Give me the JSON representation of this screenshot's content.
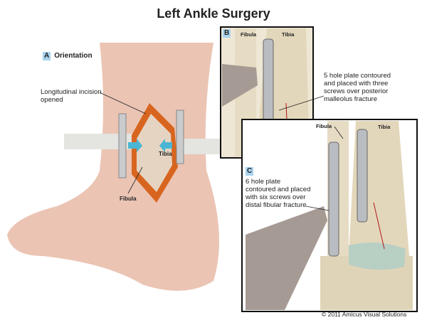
{
  "title": "Left Ankle Surgery",
  "panel_a": {
    "tag": "A",
    "heading": "Orientation",
    "incision_label": "Longitudinal incision\nopened",
    "tibia_label": "Tibia",
    "fibula_label": "Fibula"
  },
  "panel_b": {
    "tag": "B",
    "fibula_label": "Fibula",
    "tibia_label": "Tibia",
    "description": "5 hole plate contoured\nand placed with three\nscrews over posterior\nmalleolus fracture"
  },
  "panel_c": {
    "tag": "C",
    "fibula_label": "Fibula",
    "tibia_label": "Tibia",
    "description": "6 hole plate\ncontoured and placed\nwith six screws over\ndistal fibular fracture"
  },
  "copyright": "© 2011 Amicus Visual Solutions",
  "colors": {
    "skin": "#e8bfae",
    "bone": "#e9dcc0",
    "tag": "#a9d3ee",
    "fracture": "#b0151a",
    "metal": "#b9bcc0"
  }
}
